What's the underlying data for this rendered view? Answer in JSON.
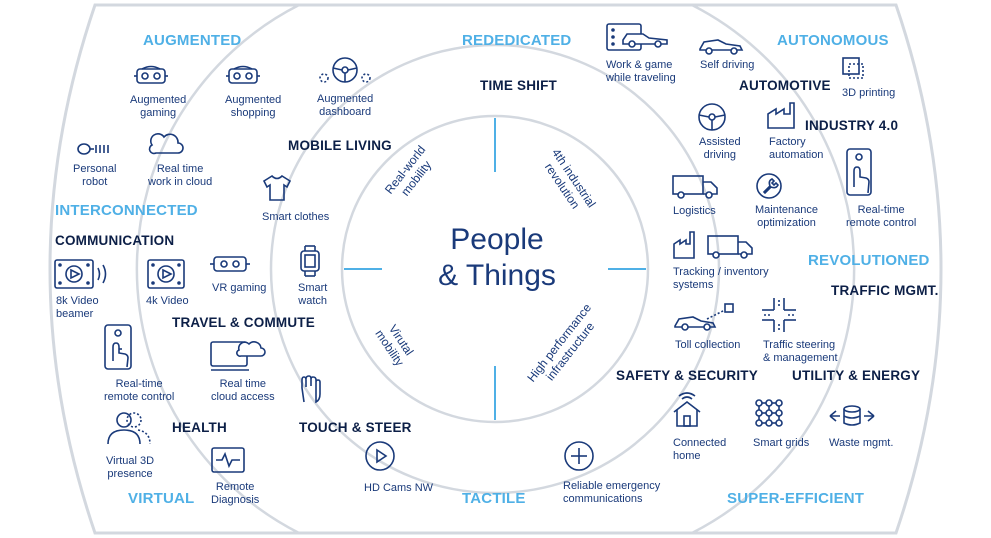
{
  "center": {
    "title": "People\n& Things"
  },
  "quadrants": {
    "q1": "Real-world\nmobility",
    "q2": "4th industrial\nrevolution",
    "q3": "Virutal\nmobility",
    "q4": "High performance\ninfrastructure"
  },
  "categories": {
    "augmented": "AUGMENTED",
    "rededicated": "REDEDICATED",
    "autonomous": "AUTONOMOUS",
    "interconnected": "INTERCONNECTED",
    "revolutioned": "REVOLUTIONED",
    "virtual": "VIRTUAL",
    "tactile": "TACTILE",
    "super_efficient": "SUPER-EFFICIENT"
  },
  "subcategories": {
    "time_shift": "TIME SHIFT",
    "mobile_living": "MOBILE LIVING",
    "automotive": "AUTOMOTIVE",
    "industry": "INDUSTRY 4.0",
    "communication": "COMMUNICATION",
    "travel": "TRAVEL & COMMUTE",
    "traffic": "TRAFFIC MGMT.",
    "safety": "SAFETY & SECURITY",
    "utility": "UTILITY & ENERGY",
    "health": "HEALTH",
    "touch": "TOUCH & STEER"
  },
  "items": {
    "aug_gaming": "Augmented\ngaming",
    "aug_shopping": "Augmented\nshopping",
    "aug_dashboard": "Augmented\ndashboard",
    "personal_robot": "Personal\nrobot",
    "real_time_cloud": "Real time\nwork in cloud",
    "smart_clothes": "Smart clothes",
    "vr_gaming": "VR gaming",
    "smart_watch": "Smart\nwatch",
    "video_8k": "8k Video\nbeamer",
    "video_4k": "4k Video",
    "rt_remote_left": "Real-time\nremote control",
    "rt_cloud_access": "Real time\ncloud access",
    "virtual_3d": "Virtual 3D\npresence",
    "remote_diag": "Remote\nDiagnosis",
    "hd_cams": "HD Cams NW",
    "work_game": "Work & game\nwhile traveling",
    "self_driving": "Self driving",
    "printing_3d": "3D printing",
    "assisted_driving": "Assisted\ndriving",
    "factory_auto": "Factory\nautomation",
    "logistics": "Logistics",
    "maint_opt": "Maintenance\noptimization",
    "rt_remote_right": "Real-time\nremote control",
    "tracking": "Tracking / inventory\nsystems",
    "toll": "Toll collection",
    "traffic_steering": "Traffic steering\n& management",
    "connected_home": "Connected\nhome",
    "smart_grids": "Smart grids",
    "waste": "Waste mgmt.",
    "reliable_emerg": "Reliable emergency\ncommunications"
  },
  "colors": {
    "dark_blue": "#0c1f47",
    "mid_blue": "#1a3a7a",
    "light_blue": "#4fb0e6",
    "ring": "#d3d8df"
  },
  "icons": [
    "vr-headset-icon",
    "steering-wheel-icon",
    "robot-icon",
    "cloud-icon",
    "shirt-icon",
    "smartwatch-icon",
    "video-beamer-icon",
    "video-screen-icon",
    "hand-touch-tablet-icon",
    "cloud-laptop-icon",
    "person-icon",
    "diagnosis-monitor-icon",
    "play-icon",
    "car-laptop-icon",
    "car-icon",
    "3d-print-icon",
    "factory-icon",
    "truck-icon",
    "wrench-icon",
    "factory-truck-icon",
    "toll-car-icon",
    "traffic-intersection-icon",
    "home-wifi-icon",
    "grid-icon",
    "waste-database-icon",
    "plus-circle-icon"
  ]
}
